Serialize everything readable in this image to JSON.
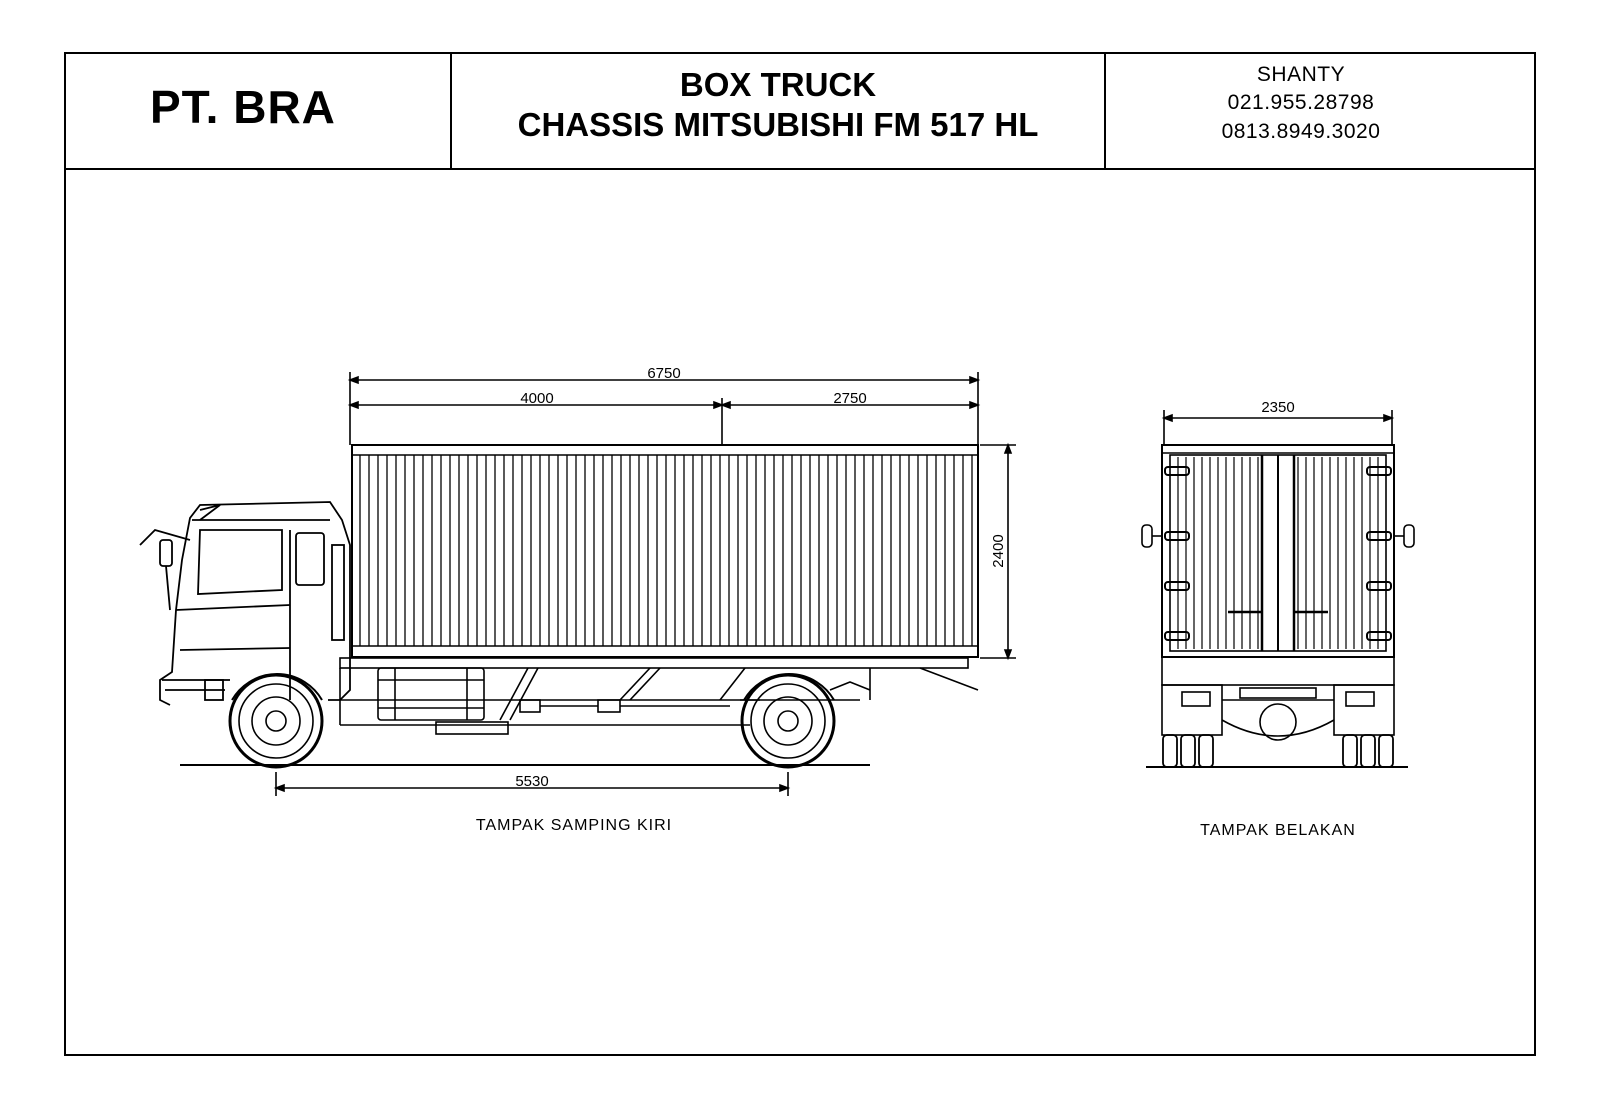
{
  "header": {
    "company": "PT. BRA",
    "title_line1": "BOX TRUCK",
    "title_line2": "CHASSIS MITSUBISHI FM 517 HL",
    "contact_name": "SHANTY",
    "phone1": "021.955.28798",
    "phone2": "0813.8949.3020"
  },
  "side_view": {
    "label": "TAMPAK SAMPING KIRI",
    "dim_overall_length": "6750",
    "dim_front_section": "4000",
    "dim_rear_section": "2750",
    "dim_box_height": "2400",
    "dim_wheelbase": "5530"
  },
  "rear_view": {
    "label": "TAMPAK BELAKAN",
    "dim_width": "2350"
  }
}
